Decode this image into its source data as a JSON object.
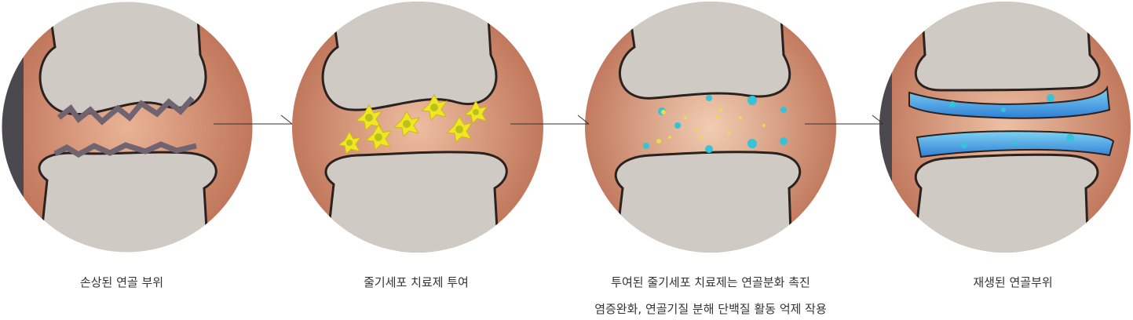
{
  "steps": [
    {
      "caption": "손상된 연골 부위"
    },
    {
      "caption": "줄기세포 치료제 투여"
    },
    {
      "caption": "투여된 줄기세포 치료제는 연골분화 촉진",
      "caption2": "염증완화, 연골기질 분해 단백질 활동 억제 작용"
    },
    {
      "caption": "재생된 연골부위"
    }
  ],
  "colors": {
    "tissue": "#c97f63",
    "tissue_light": "#e3a98c",
    "bone": "#c9c4bd",
    "bone_shadow": "#8c8680",
    "outline": "#2b2220",
    "damage": "#6f6470",
    "stem_cell": "#f2e624",
    "stem_cell_core": "#b8c21c",
    "particle_cyan": "#34c3d8",
    "regen_blue": "#2f7fd6",
    "regen_light": "#7fd2f2",
    "background_dark": "#4c4850"
  }
}
